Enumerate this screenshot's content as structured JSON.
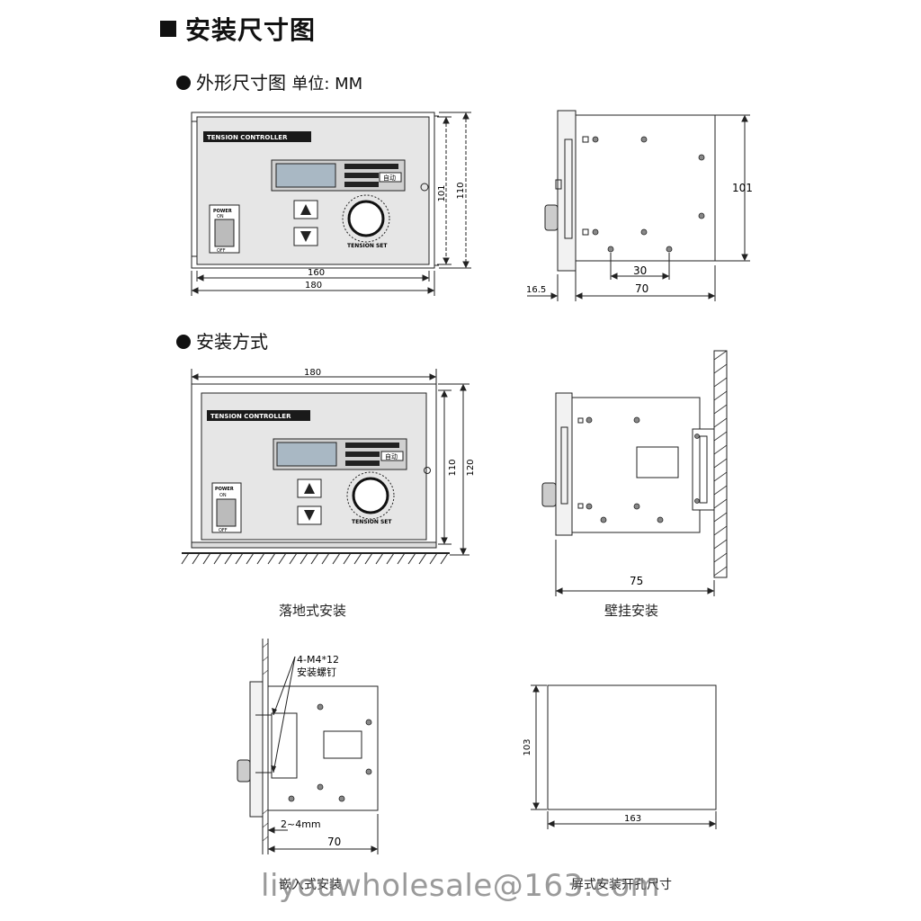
{
  "title": "安装尺寸图",
  "section1": {
    "title": "外形尺寸图",
    "unit": "单位: MM"
  },
  "section2": {
    "title": "安装方式"
  },
  "panel": {
    "label": "TENSION CONTROLLER",
    "knob_label": "TENSION SET",
    "power_label": "POWER",
    "on": "ON",
    "off": "OFF",
    "mode_text": "自动"
  },
  "dims": {
    "front_inner_width": "160",
    "front_outer_width": "180",
    "front_inner_height": "101",
    "front_outer_height": "110",
    "side_height": "101",
    "side_hole_spacing": "30",
    "side_depth": "70",
    "side_front": "16.5",
    "floor_width": "180",
    "floor_height_inner": "110",
    "floor_height_outer": "120",
    "wall_depth": "75",
    "embed_screw_1": "4-M4*12",
    "embed_screw_2": "安装螺钉",
    "embed_thickness": "2~4mm",
    "embed_depth": "70",
    "cutout_height": "103",
    "cutout_width": "163"
  },
  "captions": {
    "floor": "落地式安装",
    "wall": "壁挂安装",
    "embed": "嵌入式安装",
    "cutout": "屏式安装开孔尺寸"
  },
  "watermark": "liyouwholesale@163.com"
}
